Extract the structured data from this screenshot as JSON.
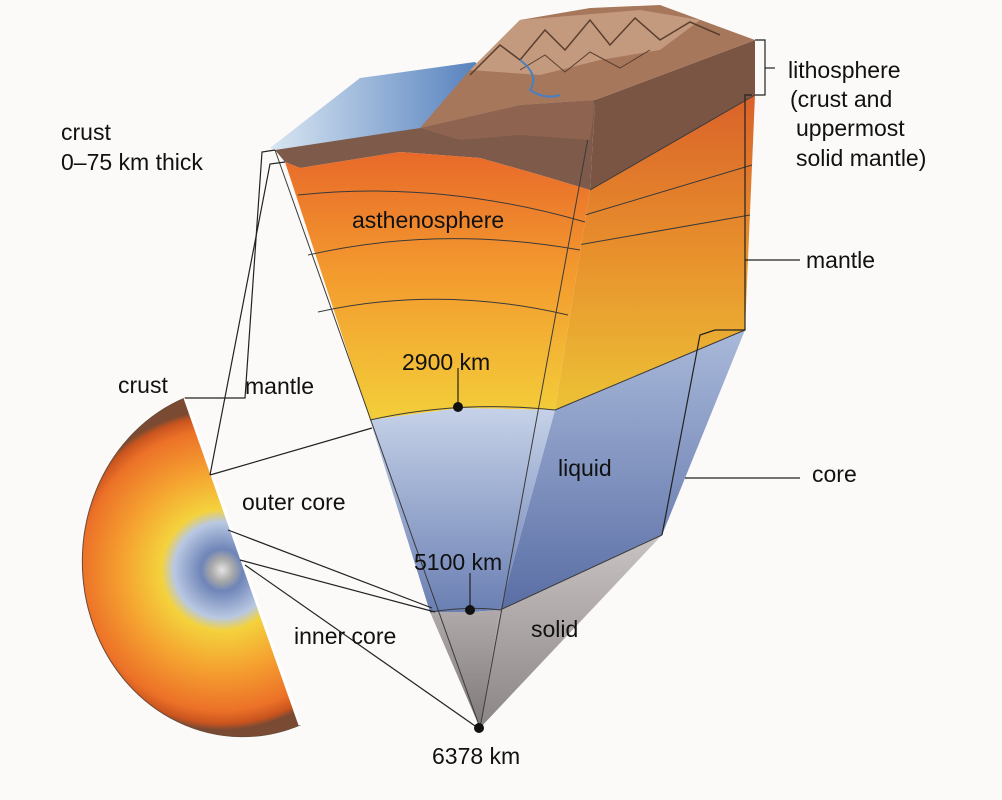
{
  "labels": {
    "crust_top_1": "crust",
    "crust_top_2": "0–75 km thick",
    "lithosphere_1": "lithosphere",
    "lithosphere_2": "(crust and",
    "lithosphere_3": "uppermost",
    "lithosphere_4": "solid mantle)",
    "asthenosphere": "asthenosphere",
    "mantle_right": "mantle",
    "depth_mantle": "2900 km",
    "crust_left": "crust",
    "mantle_left": "mantle",
    "liquid": "liquid",
    "core_right": "core",
    "outer_core": "outer core",
    "depth_outer": "5100 km",
    "inner_core": "inner core",
    "solid": "solid",
    "depth_center": "6378 km"
  },
  "colors": {
    "lithosphere": "#8a6552",
    "crust": "#6f4a3a",
    "asthenosphere": "#ec7a2a",
    "mantle_mid": "#f39a2e",
    "mantle_low": "#f2c338",
    "outer_core": "#8aa0c8",
    "inner_core": "#9c9595",
    "ocean": "#5a84c0"
  }
}
